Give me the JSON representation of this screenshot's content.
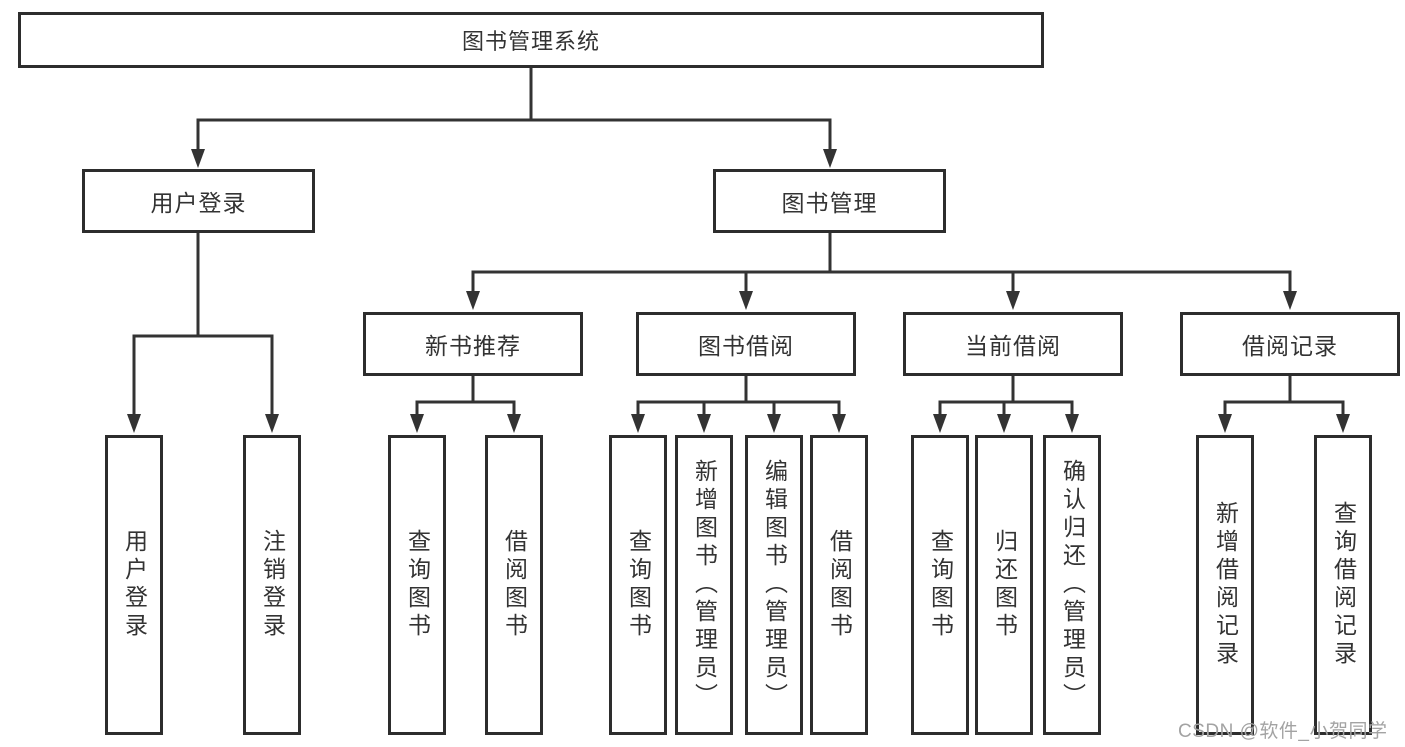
{
  "diagram_type": "function-structure-tree",
  "colors": {
    "line": "#333333",
    "border": "#2d2d2d",
    "text": "#333333",
    "watermark": "#a3a3a3",
    "background": "#ffffff"
  },
  "tree": {
    "label": "图书管理系统",
    "children": [
      {
        "label": "用户登录",
        "children": [
          {
            "label": "用户登录"
          },
          {
            "label": "注销登录"
          }
        ]
      },
      {
        "label": "图书管理",
        "children": [
          {
            "label": "新书推荐",
            "children": [
              {
                "label": "查询图书"
              },
              {
                "label": "借阅图书"
              }
            ]
          },
          {
            "label": "图书借阅",
            "children": [
              {
                "label": "查询图书"
              },
              {
                "label": "新增图书（管理员）"
              },
              {
                "label": "编辑图书（管理员）"
              },
              {
                "label": "借阅图书"
              }
            ]
          },
          {
            "label": "当前借阅",
            "children": [
              {
                "label": "查询图书"
              },
              {
                "label": "归还图书"
              },
              {
                "label": "确认归还（管理员）"
              }
            ]
          },
          {
            "label": "借阅记录",
            "children": [
              {
                "label": "新增借阅记录"
              },
              {
                "label": "查询借阅记录"
              }
            ]
          }
        ]
      }
    ]
  },
  "watermark": {
    "text": "CSDN @软件_小贺同学"
  }
}
